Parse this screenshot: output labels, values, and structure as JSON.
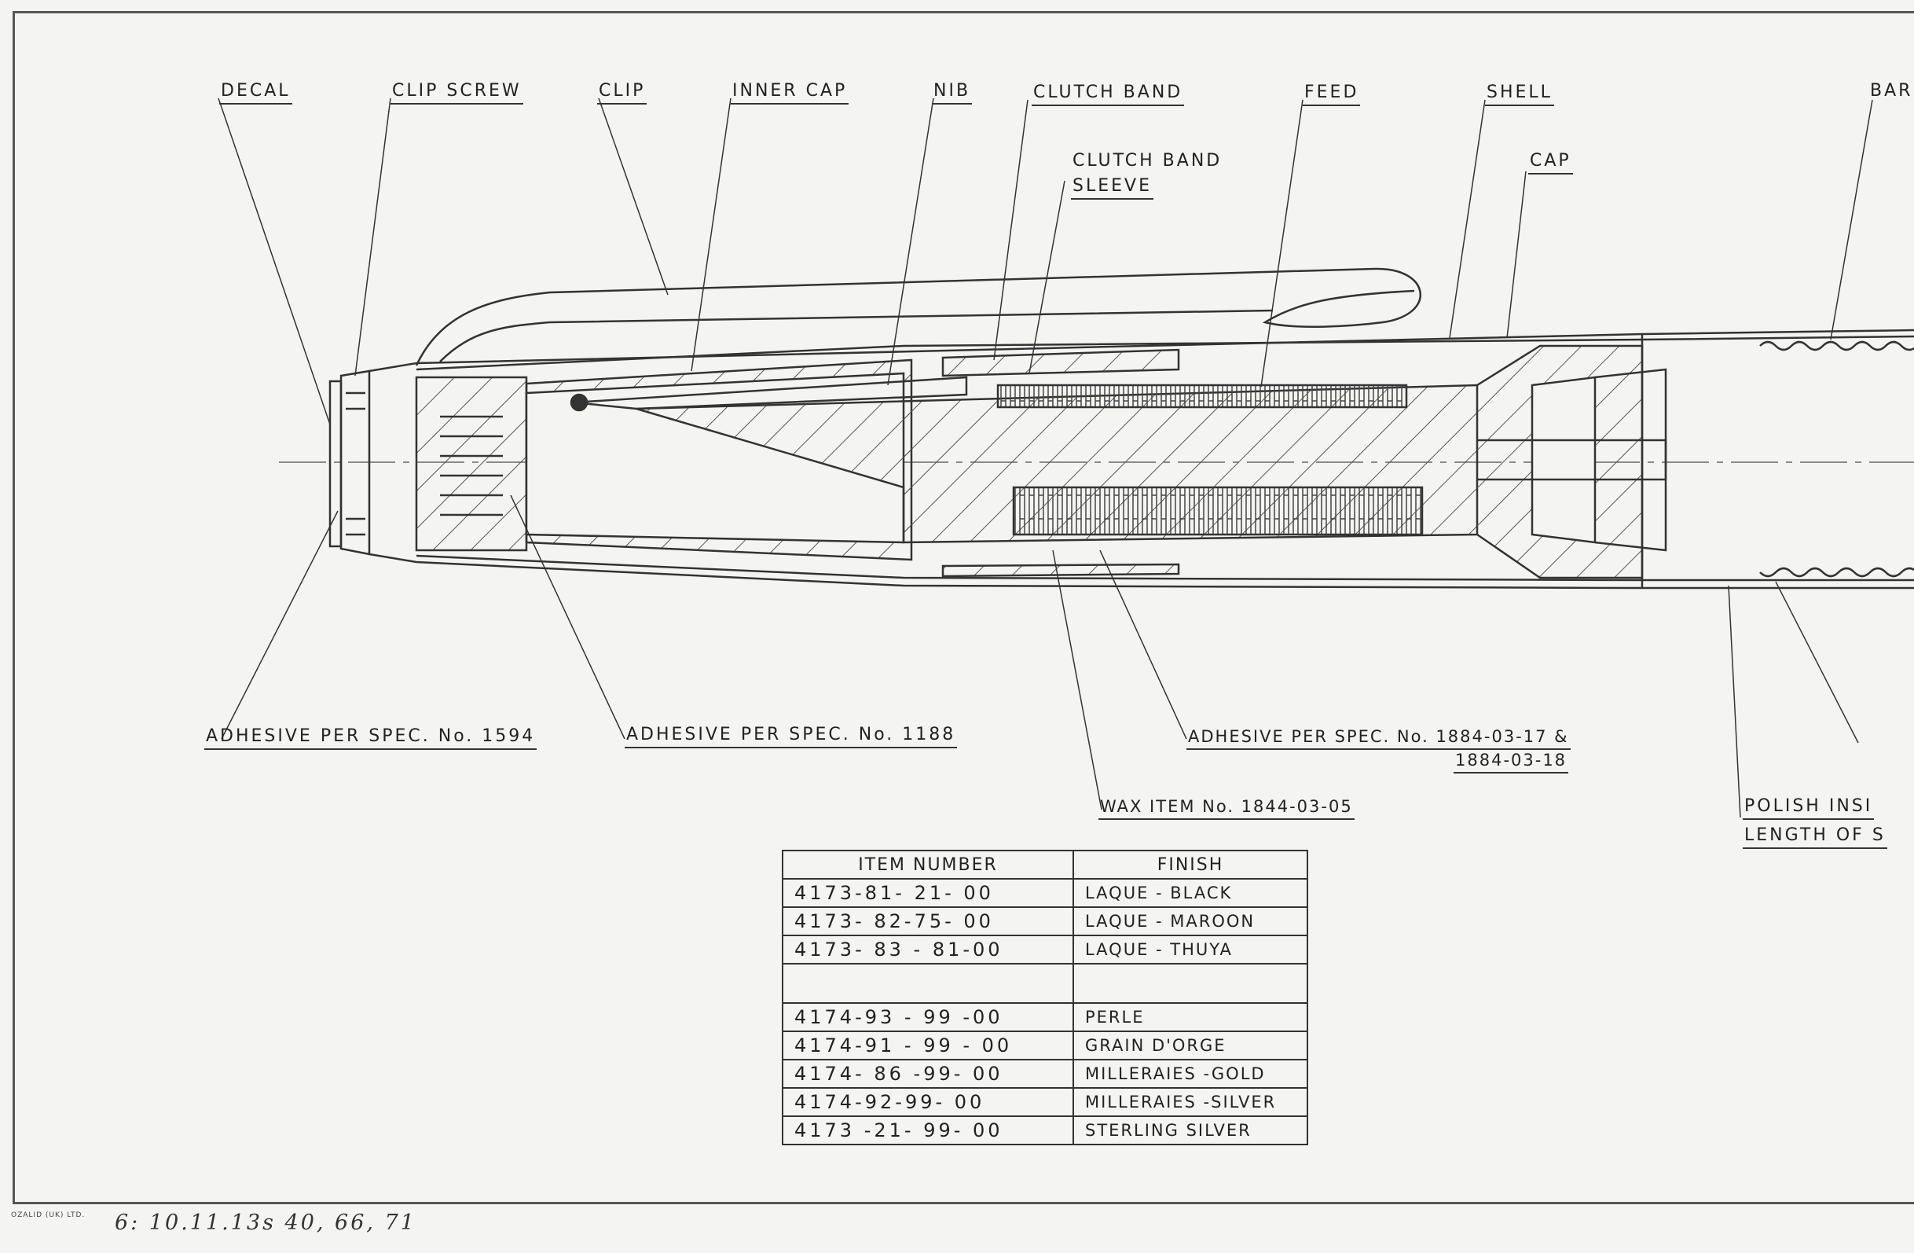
{
  "labels": {
    "decal": "DECAL",
    "clip_screw": "CLIP SCREW",
    "clip": "CLIP",
    "inner_cap": "INNER CAP",
    "nib": "NIB",
    "clutch_band": "CLUTCH BAND",
    "feed": "FEED",
    "shell": "SHELL",
    "barrel": "BAR",
    "clutch_band_sleeve_1": "CLUTCH BAND",
    "clutch_band_sleeve_2": "SLEEVE",
    "cap": "CAP",
    "adhesive_1594": "ADHESIVE PER SPEC. No. 1594",
    "adhesive_1188": "ADHESIVE PER SPEC. No. 1188",
    "adhesive_1884_line1": "ADHESIVE PER SPEC. No. 1884-03-17 &",
    "adhesive_1884_line2": "1884-03-18",
    "wax_item": "WAX ITEM No. 1844-03-05",
    "polish_inside": "POLISH INSI",
    "length_of": "LENGTH OF S"
  },
  "table": {
    "headers": [
      "ITEM NUMBER",
      "FINISH"
    ],
    "rows": [
      [
        "4173-81- 21- 00",
        "LAQUE - BLACK"
      ],
      [
        "4173- 82-75- 00",
        "LAQUE - MAROON"
      ],
      [
        "4173- 83 - 81-00",
        "LAQUE - THUYA"
      ],
      [
        "",
        ""
      ],
      [
        "4174-93 - 99 -00",
        "PERLE"
      ],
      [
        "4174-91 - 99 - 00",
        "GRAIN D'ORGE"
      ],
      [
        "4174- 86 -99- 00",
        "MILLERAIES -GOLD"
      ],
      [
        "4174-92-99- 00",
        "MILLERAIES -SILVER"
      ],
      [
        "4173 -21- 99- 00",
        "STERLING SILVER"
      ]
    ]
  },
  "footer": {
    "stamp": "OZALID (UK) LTD.",
    "note": "6: 10.11.13s 40, 66, 71"
  }
}
